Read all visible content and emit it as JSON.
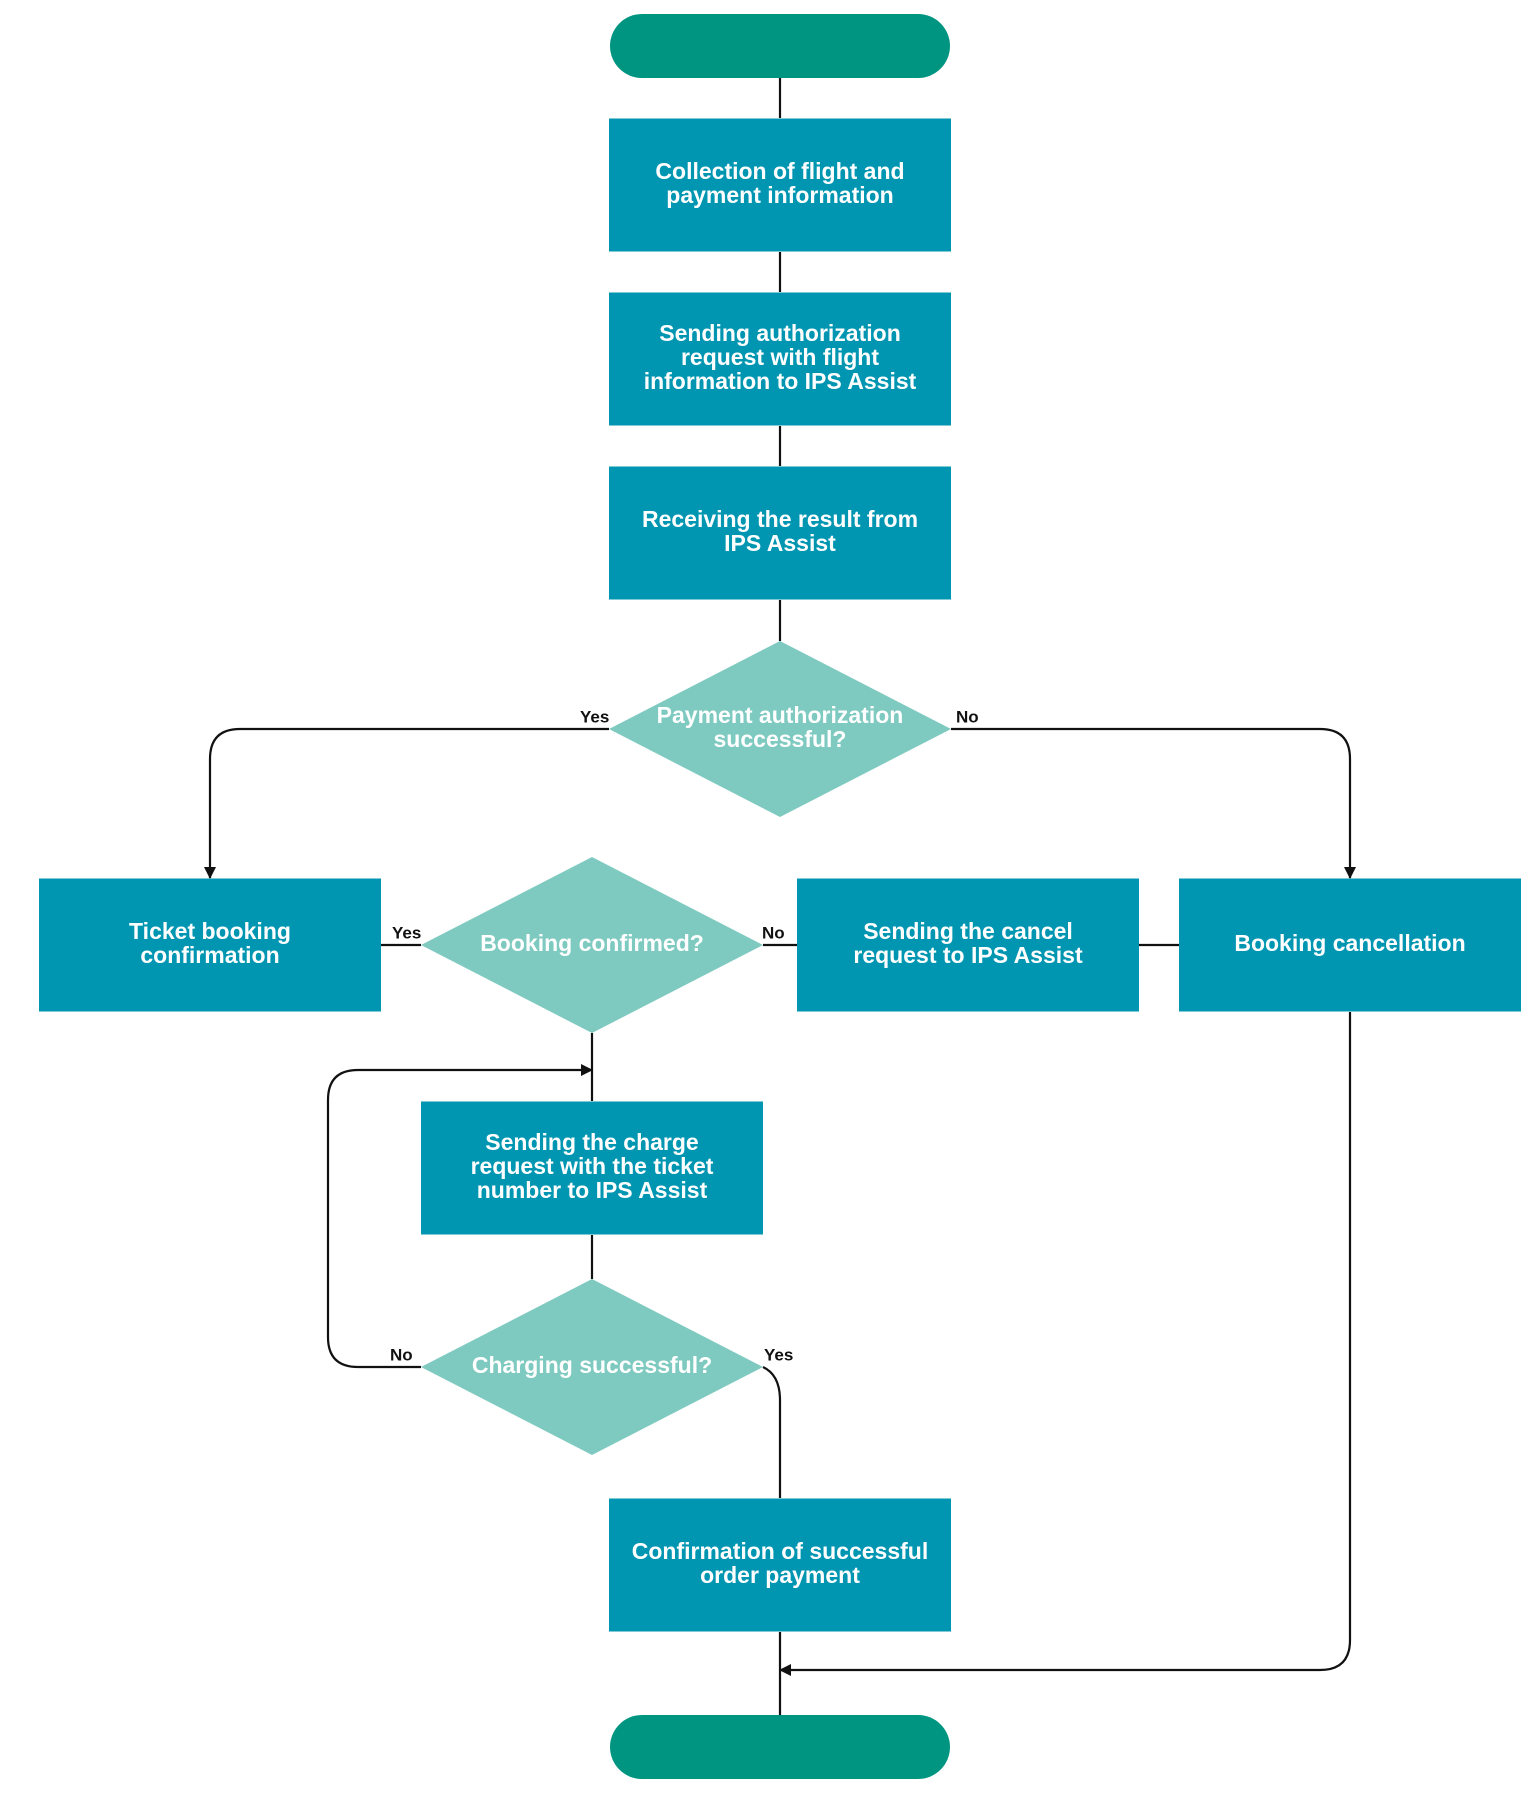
{
  "colors": {
    "terminal": "#009580",
    "process": "#0096B2",
    "decision": "#7ECAC0",
    "line": "#111111",
    "node_text": "#ffffff"
  },
  "nodes": {
    "start": {
      "shape": "terminal",
      "lines": []
    },
    "collect": {
      "shape": "process",
      "lines": [
        "Collection of flight and",
        "payment information"
      ]
    },
    "send_auth": {
      "shape": "process",
      "lines": [
        "Sending authorization",
        "request with flight",
        "information to IPS Assist"
      ]
    },
    "receive": {
      "shape": "process",
      "lines": [
        "Receiving the result from",
        "IPS Assist"
      ]
    },
    "auth_ok": {
      "shape": "decision",
      "lines": [
        "Payment authorization",
        "successful?"
      ]
    },
    "ticket_confirm": {
      "shape": "process",
      "lines": [
        "Ticket booking",
        "confirmation"
      ]
    },
    "booking_ok": {
      "shape": "decision",
      "lines": [
        "Booking confirmed?"
      ]
    },
    "send_cancel": {
      "shape": "process",
      "lines": [
        "Sending the cancel",
        "request to IPS Assist"
      ]
    },
    "cancel": {
      "shape": "process",
      "lines": [
        "Booking cancellation"
      ]
    },
    "send_charge": {
      "shape": "process",
      "lines": [
        "Sending the charge",
        "request with the ticket",
        "number to IPS Assist"
      ]
    },
    "charge_ok": {
      "shape": "decision",
      "lines": [
        "Charging successful?"
      ]
    },
    "confirm_payment": {
      "shape": "process",
      "lines": [
        "Confirmation of successful",
        "order payment"
      ]
    },
    "end": {
      "shape": "terminal",
      "lines": []
    }
  },
  "edges": [
    {
      "from": "start",
      "to": "collect",
      "label": ""
    },
    {
      "from": "collect",
      "to": "send_auth",
      "label": ""
    },
    {
      "from": "send_auth",
      "to": "receive",
      "label": ""
    },
    {
      "from": "receive",
      "to": "auth_ok",
      "label": ""
    },
    {
      "from": "auth_ok",
      "to": "ticket_confirm",
      "label": "Yes"
    },
    {
      "from": "auth_ok",
      "to": "cancel",
      "label": "No"
    },
    {
      "from": "ticket_confirm",
      "to": "booking_ok",
      "label": "Yes"
    },
    {
      "from": "booking_ok",
      "to": "send_cancel",
      "label": "No"
    },
    {
      "from": "send_cancel",
      "to": "cancel",
      "label": ""
    },
    {
      "from": "booking_ok",
      "to": "send_charge",
      "label": ""
    },
    {
      "from": "send_charge",
      "to": "charge_ok",
      "label": ""
    },
    {
      "from": "charge_ok",
      "to": "send_charge",
      "label": "No"
    },
    {
      "from": "charge_ok",
      "to": "confirm_payment",
      "label": "Yes"
    },
    {
      "from": "cancel",
      "to": "end",
      "label": ""
    },
    {
      "from": "confirm_payment",
      "to": "end",
      "label": ""
    }
  ]
}
